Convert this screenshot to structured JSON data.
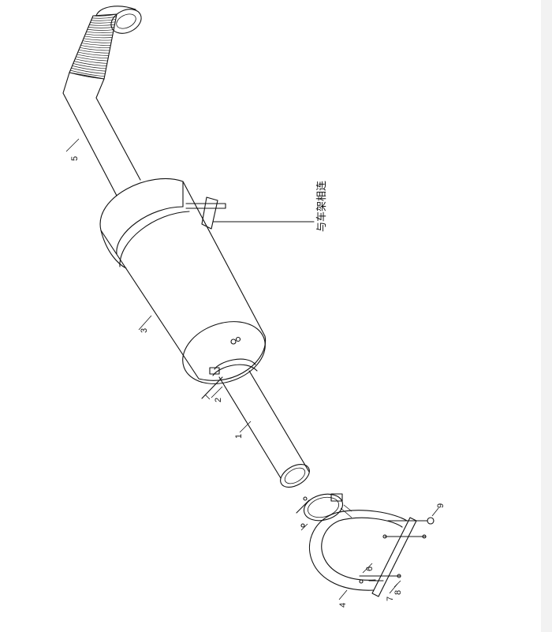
{
  "callouts": {
    "c1": "1",
    "c2": "2",
    "c3": "3",
    "c4": "4",
    "c5": "5",
    "c6": "6",
    "c7": "7",
    "c8": "8",
    "c9": "9"
  },
  "annotation": "与车架相连"
}
